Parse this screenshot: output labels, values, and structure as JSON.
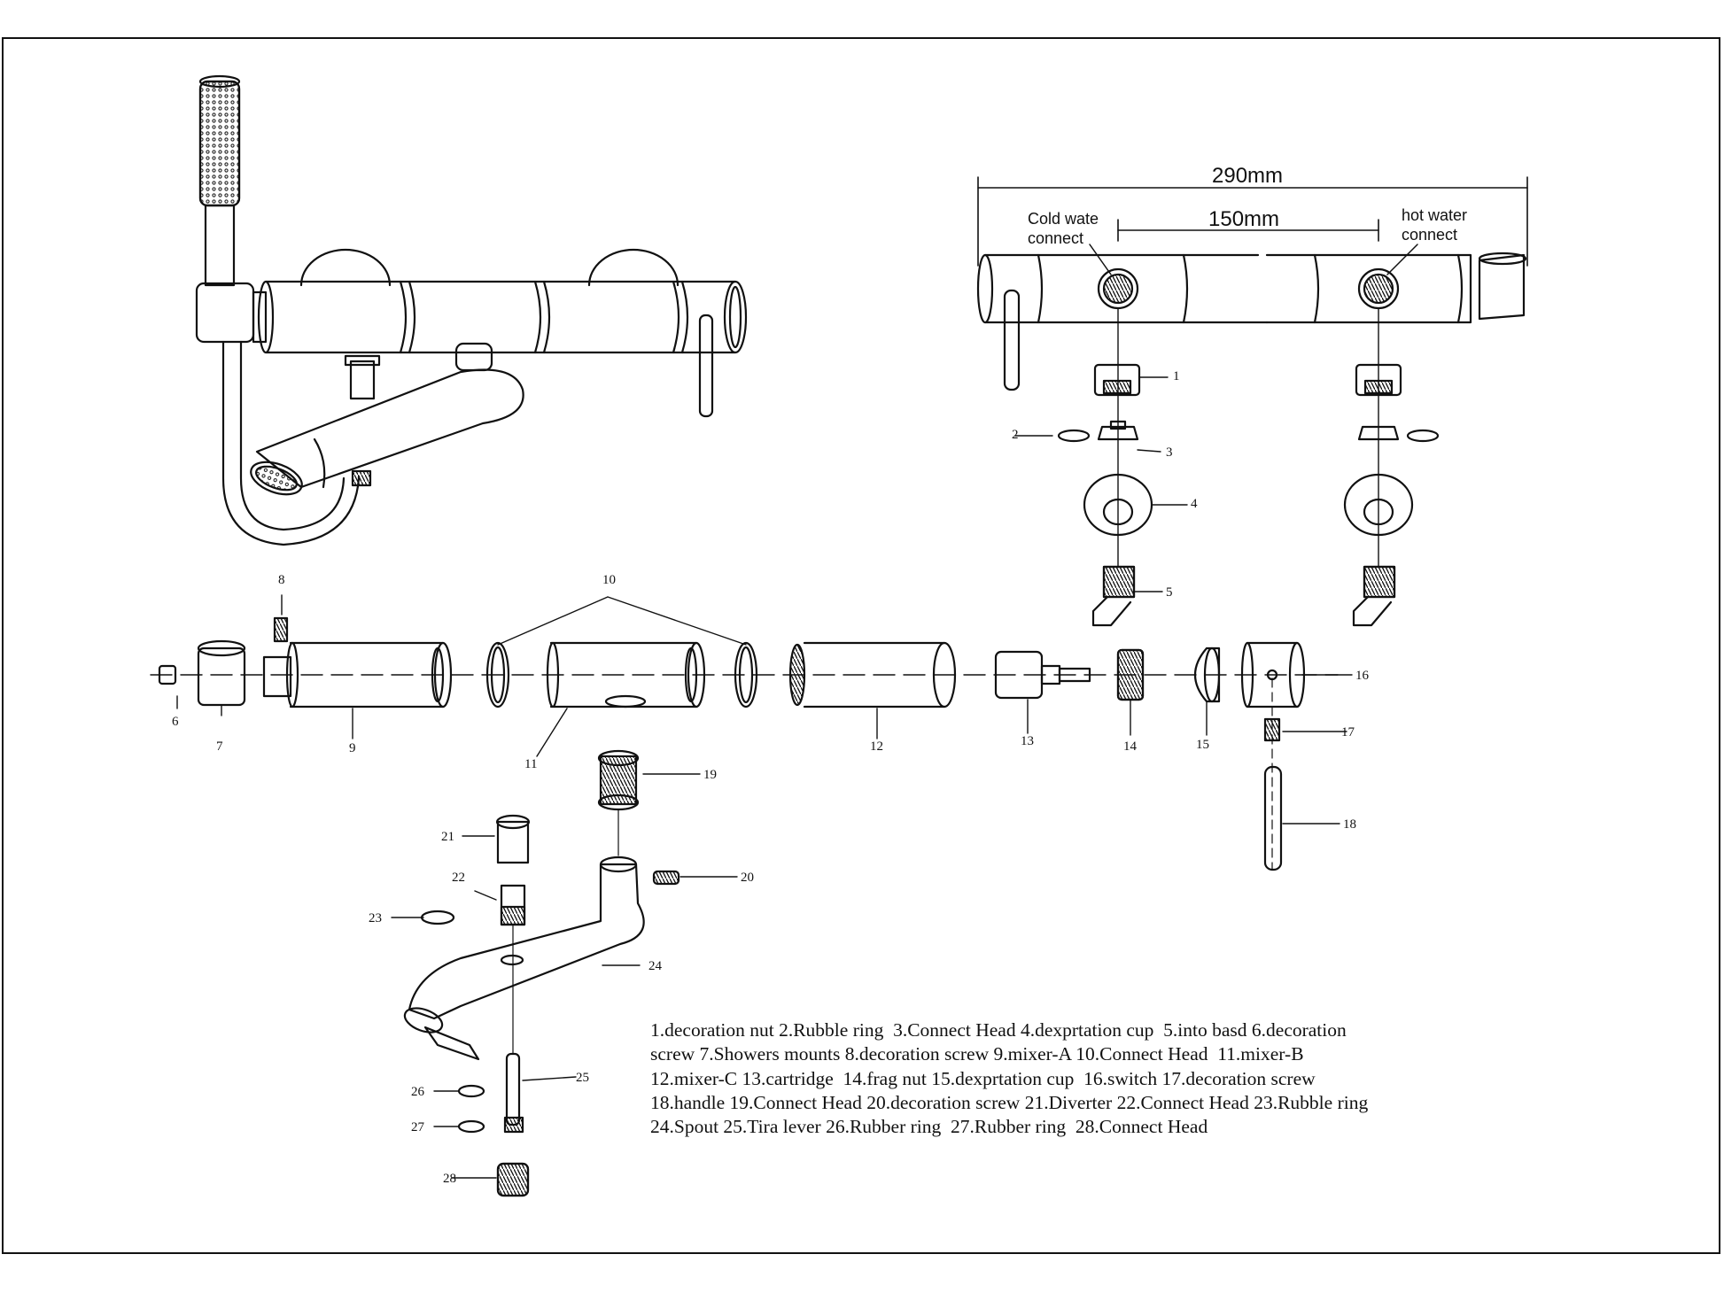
{
  "dimensions": {
    "overall_width": "290mm",
    "inlet_spacing": "150mm",
    "cold_label": [
      "Cold wate",
      "connect"
    ],
    "hot_label": [
      "hot water",
      "connect"
    ]
  },
  "callouts": [
    "1",
    "2",
    "3",
    "4",
    "5",
    "6",
    "7",
    "8",
    "9",
    "10",
    "11",
    "12",
    "13",
    "14",
    "15",
    "16",
    "17",
    "18",
    "19",
    "20",
    "21",
    "22",
    "23",
    "24",
    "25",
    "26",
    "27",
    "28"
  ],
  "legend_lines": [
    "1.decoration nut 2.Rubble ring  3.Connect Head 4.dexprtation cup  5.into basd 6.decoration",
    "screw 7.Showers mounts 8.decoration screw 9.mixer-A 10.Connect Head  11.mixer-B",
    "12.mixer-C 13.cartridge  14.frag nut 15.dexprtation cup  16.switch 17.decoration screw",
    "18.handle 19.Connect Head 20.decoration screw 21.Diverter 22.Connect Head 23.Rubble ring",
    "24.Spout 25.Tira lever 26.Rubber ring  27.Rubber ring  28.Connect Head"
  ]
}
